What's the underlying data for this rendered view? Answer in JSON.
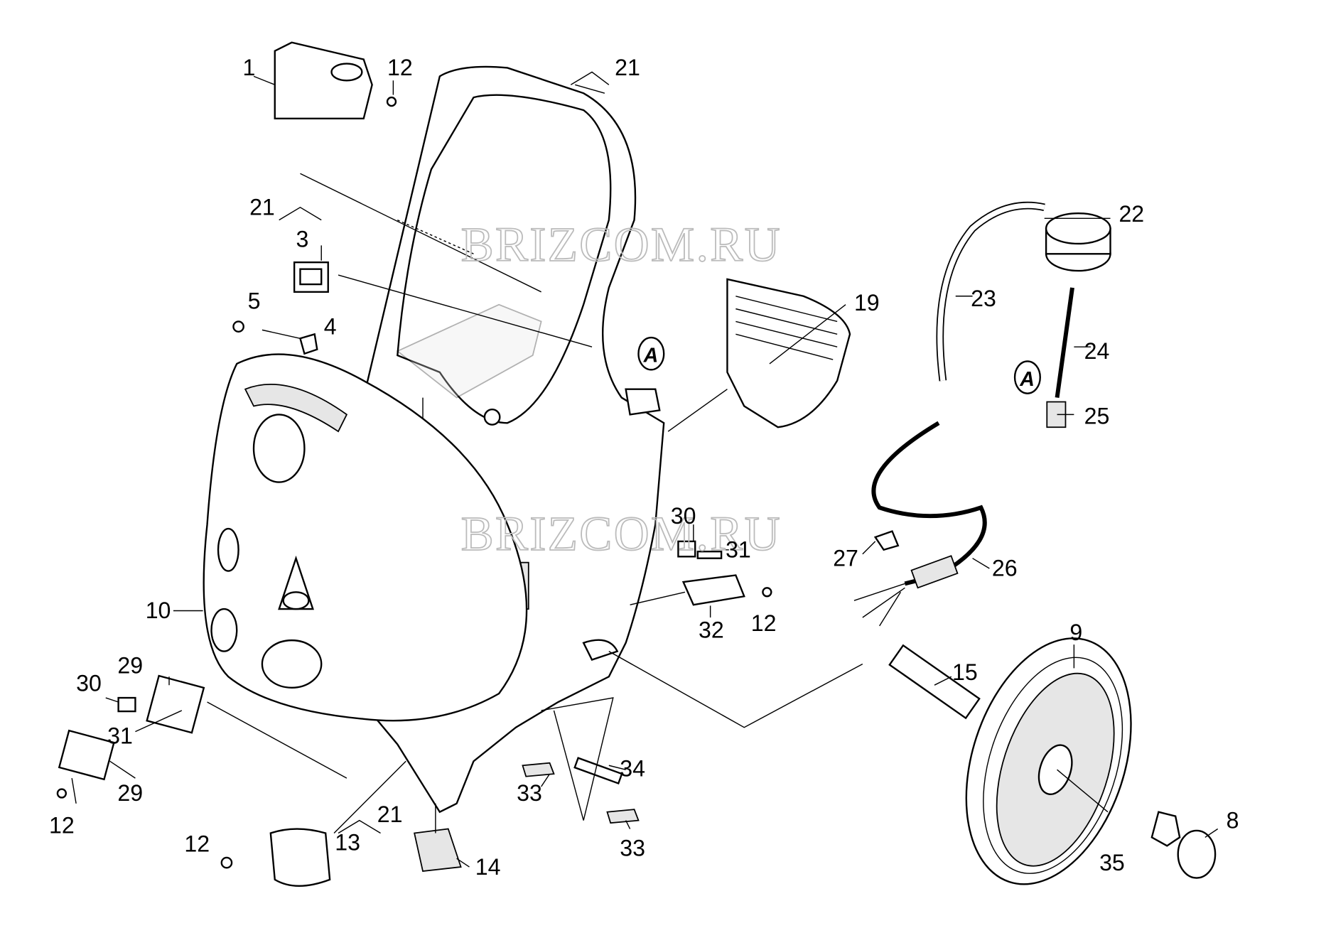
{
  "watermarks": [
    "BRIZCOM.RU",
    "BRIZCOM.RU"
  ],
  "callouts": [
    "1",
    "12",
    "21",
    "21",
    "3",
    "5",
    "4",
    "22",
    "23",
    "19",
    "24",
    "25",
    "30",
    "31",
    "27",
    "26",
    "10",
    "32",
    "12",
    "9",
    "15",
    "29",
    "30",
    "31",
    "29",
    "12",
    "21",
    "13",
    "12",
    "14",
    "33",
    "34",
    "33",
    "35",
    "8"
  ],
  "markers": [
    "A",
    "A"
  ]
}
